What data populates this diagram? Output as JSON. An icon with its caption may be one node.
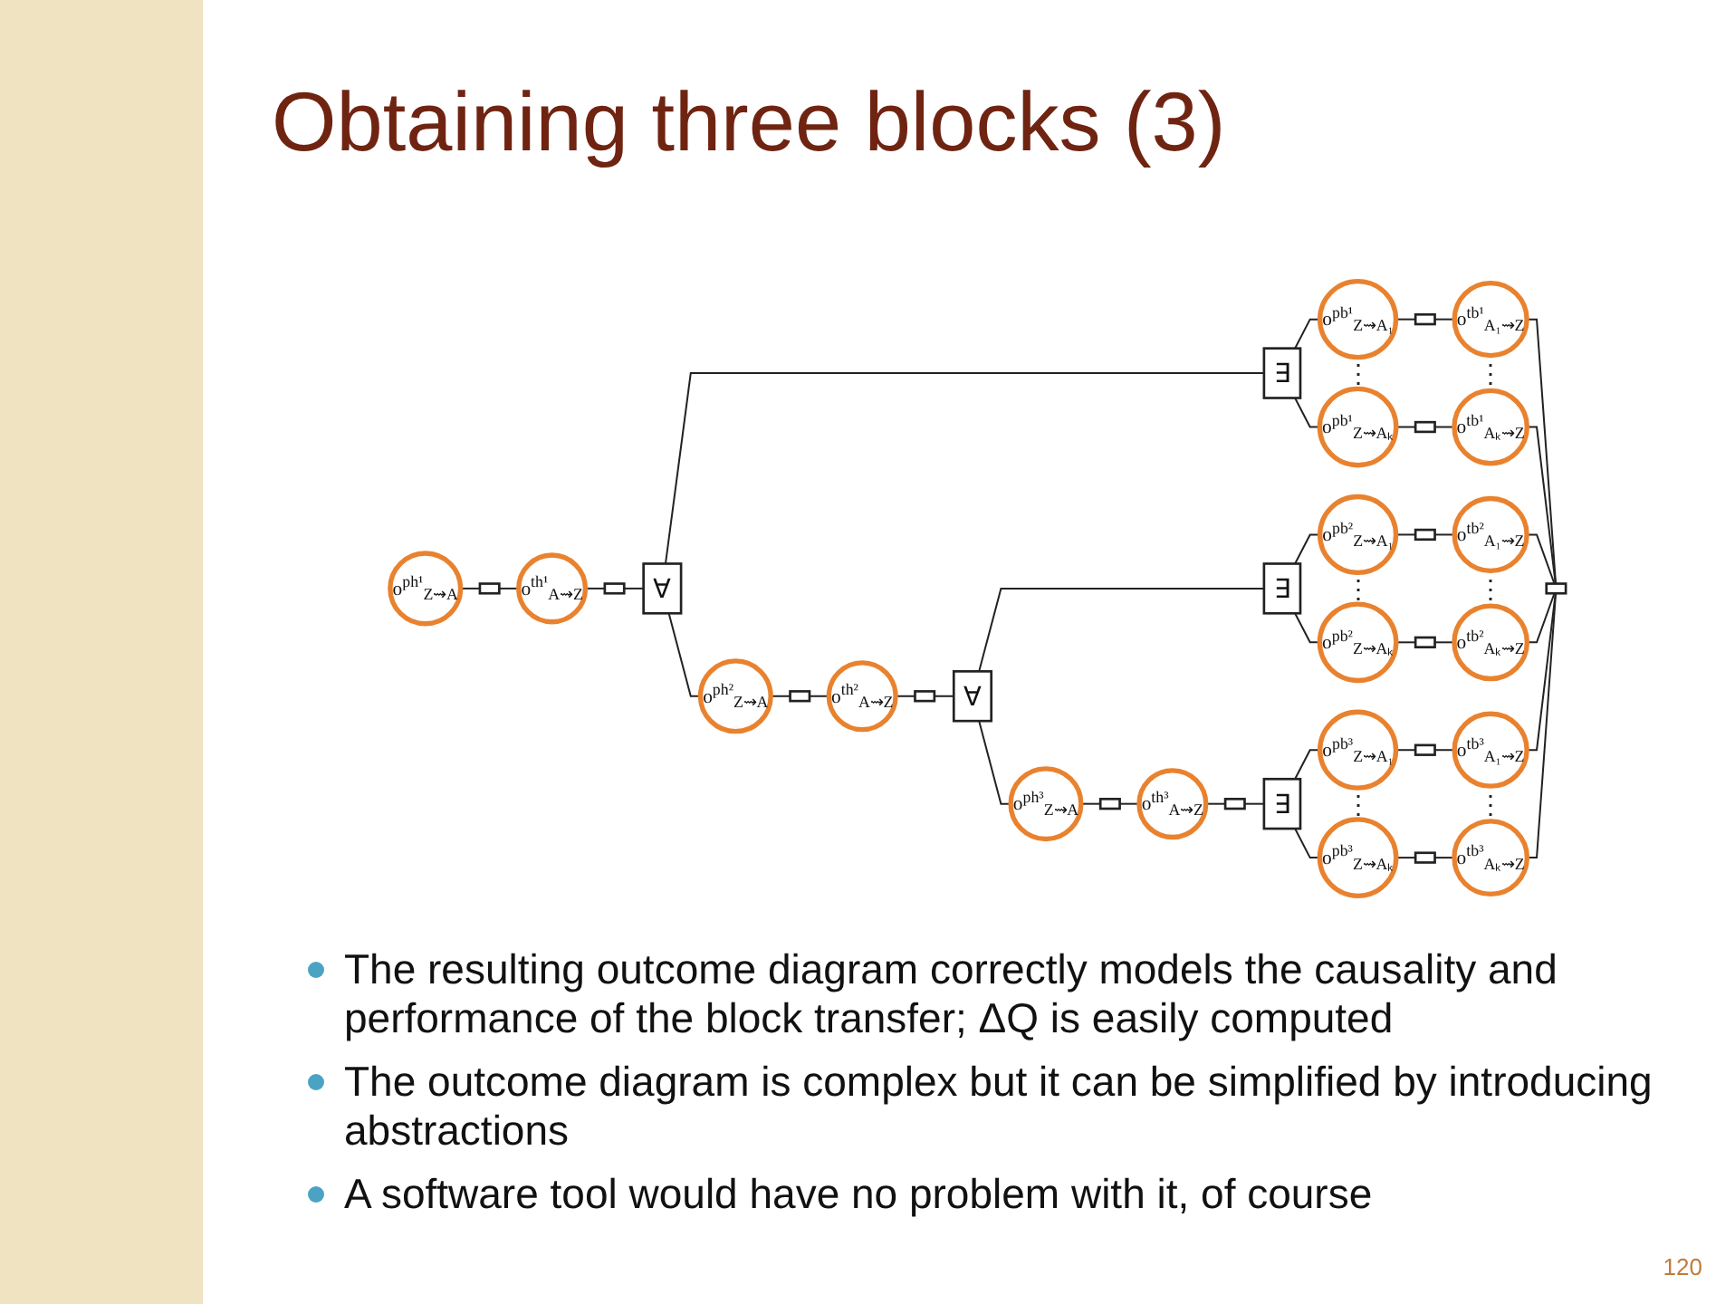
{
  "diagram": {
    "title": "Obtaining three blocks (3)",
    "nodes": [
      {
        "text": [
          "o$^{ph¹}$$_{Z⇝A}$"
        ]
      },
      {
        "text": [],
        "shape": "box"
      },
      {
        "text": [
          "o$^{th¹}$$_{A⇝Z}$"
        ]
      },
      {
        "text": [],
        "shape": "box"
      },
      {
        "text": [
          "∀"
        ]
      },
      {
        "text": [
          "∃"
        ]
      },
      {
        "text": [
          "o$^{pb¹}$$_{Z⇝A₁}$"
        ]
      },
      {
        "text": [],
        "shape": "box"
      },
      {
        "text": [
          "o$^{tb¹}$$_{A₁⇝Z}$"
        ]
      },
      {
        "text": [],
        "shape": "box"
      },
      {
        "text": [
          "o$^{pb¹}$$_{Z⇝Aₖ}$"
        ]
      },
      {
        "text": [],
        "shape": "box"
      },
      {
        "text": [
          "o$^{tb¹}$$_{Aₖ⇝Z}$"
        ]
      },
      {
        "text": [
          "o$^{ph²}$$_{Z⇝A}$"
        ]
      },
      {
        "text": [],
        "shape": "box"
      },
      {
        "text": [
          "o$^{th²}$$_{A⇝Z}$"
        ]
      },
      {
        "text": [],
        "shape": "box"
      },
      {
        "text": [
          "∀"
        ]
      },
      {
        "text": [
          "∃"
        ]
      },
      {
        "text": [
          "o$^{pb²}$$_{Z⇝A₁}$"
        ]
      },
      {
        "text": [],
        "shape": "box"
      },
      {
        "text": [
          "o$^{tb²}$$_{A₁⇝Z}$"
        ]
      },
      {
        "text": [
          "o$^{pb²}$$_{Z⇝Aₖ}$"
        ]
      },
      {
        "text": [],
        "shape": "box"
      },
      {
        "text": [
          "o$^{tb²}$$_{Aₖ⇝Z}$"
        ]
      },
      {
        "text": [
          "o$^{ph³}$$_{Z⇝A}$"
        ]
      },
      {
        "text": [],
        "shape": "box"
      },
      {
        "text": [
          "o$^{th³}$$_{A⇝Z}$"
        ]
      },
      {
        "text": [],
        "shape": "box"
      },
      {
        "text": [
          "∃"
        ]
      },
      {
        "text": [
          "o$^{pb³}$$_{Z⇝A₁}$"
        ]
      },
      {
        "text": [],
        "shape": "box"
      },
      {
        "text": [
          "o$^{tb³}$$_{A₁⇝Z}$"
        ]
      },
      {
        "text": [
          "o$^{pb³}$$_{Z⇝Aₖ}$"
        ]
      },
      {
        "text": [],
        "shape": "box"
      },
      {
        "text": [
          "o$^{tb³}$$_{Aₖ⇝Z}$"
        ]
      }
    ],
    "edges": [
      {
        "from": 0,
        "to": 1,
        "arrow": "none"
      },
      {
        "from": 1,
        "to": 2,
        "arrow": "none"
      },
      {
        "from": 2,
        "to": 3,
        "arrow": "none"
      },
      {
        "from": 3,
        "to": 4,
        "arrow": "none"
      },
      {
        "from": 4,
        "to": 5,
        "arrow": "none"
      },
      {
        "from": 5,
        "to": 6,
        "arrow": "none"
      },
      {
        "from": 5,
        "to": 10,
        "arrow": "none"
      },
      {
        "from": 6,
        "to": 7,
        "arrow": "none"
      },
      {
        "from": 7,
        "to": 8,
        "arrow": "none"
      },
      {
        "from": 10,
        "to": 11,
        "arrow": "none"
      },
      {
        "from": 11,
        "to": 12,
        "arrow": "none"
      },
      {
        "from": 8,
        "to": 9,
        "arrow": "none"
      },
      {
        "from": 12,
        "to": 9,
        "arrow": "none"
      },
      {
        "from": 4,
        "to": 13,
        "arrow": "none"
      },
      {
        "from": 13,
        "to": 14,
        "arrow": "none"
      },
      {
        "from": 14,
        "to": 15,
        "arrow": "none"
      },
      {
        "from": 15,
        "to": 16,
        "arrow": "none"
      },
      {
        "from": 16,
        "to": 17,
        "arrow": "none"
      },
      {
        "from": 17,
        "to": 18,
        "arrow": "none"
      },
      {
        "from": 18,
        "to": 19,
        "arrow": "none"
      },
      {
        "from": 18,
        "to": 22,
        "arrow": "none"
      },
      {
        "from": 19,
        "to": 20,
        "arrow": "none"
      },
      {
        "from": 20,
        "to": 21,
        "arrow": "none"
      },
      {
        "from": 22,
        "to": 23,
        "arrow": "none"
      },
      {
        "from": 23,
        "to": 24,
        "arrow": "none"
      },
      {
        "from": 21,
        "to": 9,
        "arrow": "none"
      },
      {
        "from": 24,
        "to": 9,
        "arrow": "none"
      },
      {
        "from": 17,
        "to": 25,
        "arrow": "none"
      },
      {
        "from": 25,
        "to": 26,
        "arrow": "none"
      },
      {
        "from": 26,
        "to": 27,
        "arrow": "none"
      },
      {
        "from": 27,
        "to": 28,
        "arrow": "none"
      },
      {
        "from": 28,
        "to": 29,
        "arrow": "none"
      },
      {
        "from": 29,
        "to": 30,
        "arrow": "none"
      },
      {
        "from": 29,
        "to": 33,
        "arrow": "none"
      },
      {
        "from": 30,
        "to": 31,
        "arrow": "none"
      },
      {
        "from": 31,
        "to": 32,
        "arrow": "none"
      },
      {
        "from": 33,
        "to": 34,
        "arrow": "none"
      },
      {
        "from": 34,
        "to": 35,
        "arrow": "none"
      },
      {
        "from": 32,
        "to": 9,
        "arrow": "none"
      },
      {
        "from": 35,
        "to": 9,
        "arrow": "none"
      }
    ],
    "labels": [
      "⋮",
      "⋮",
      "⋮",
      "⋮",
      "⋮",
      "⋮",
      "The resulting outcome diagram correctly models the causality and performance of the block transfer; ΔQ is easily computed",
      "The outcome diagram is complex but it can be simplified by introducing abstractions",
      "A software tool would have no problem with it, of course",
      "120"
    ]
  }
}
